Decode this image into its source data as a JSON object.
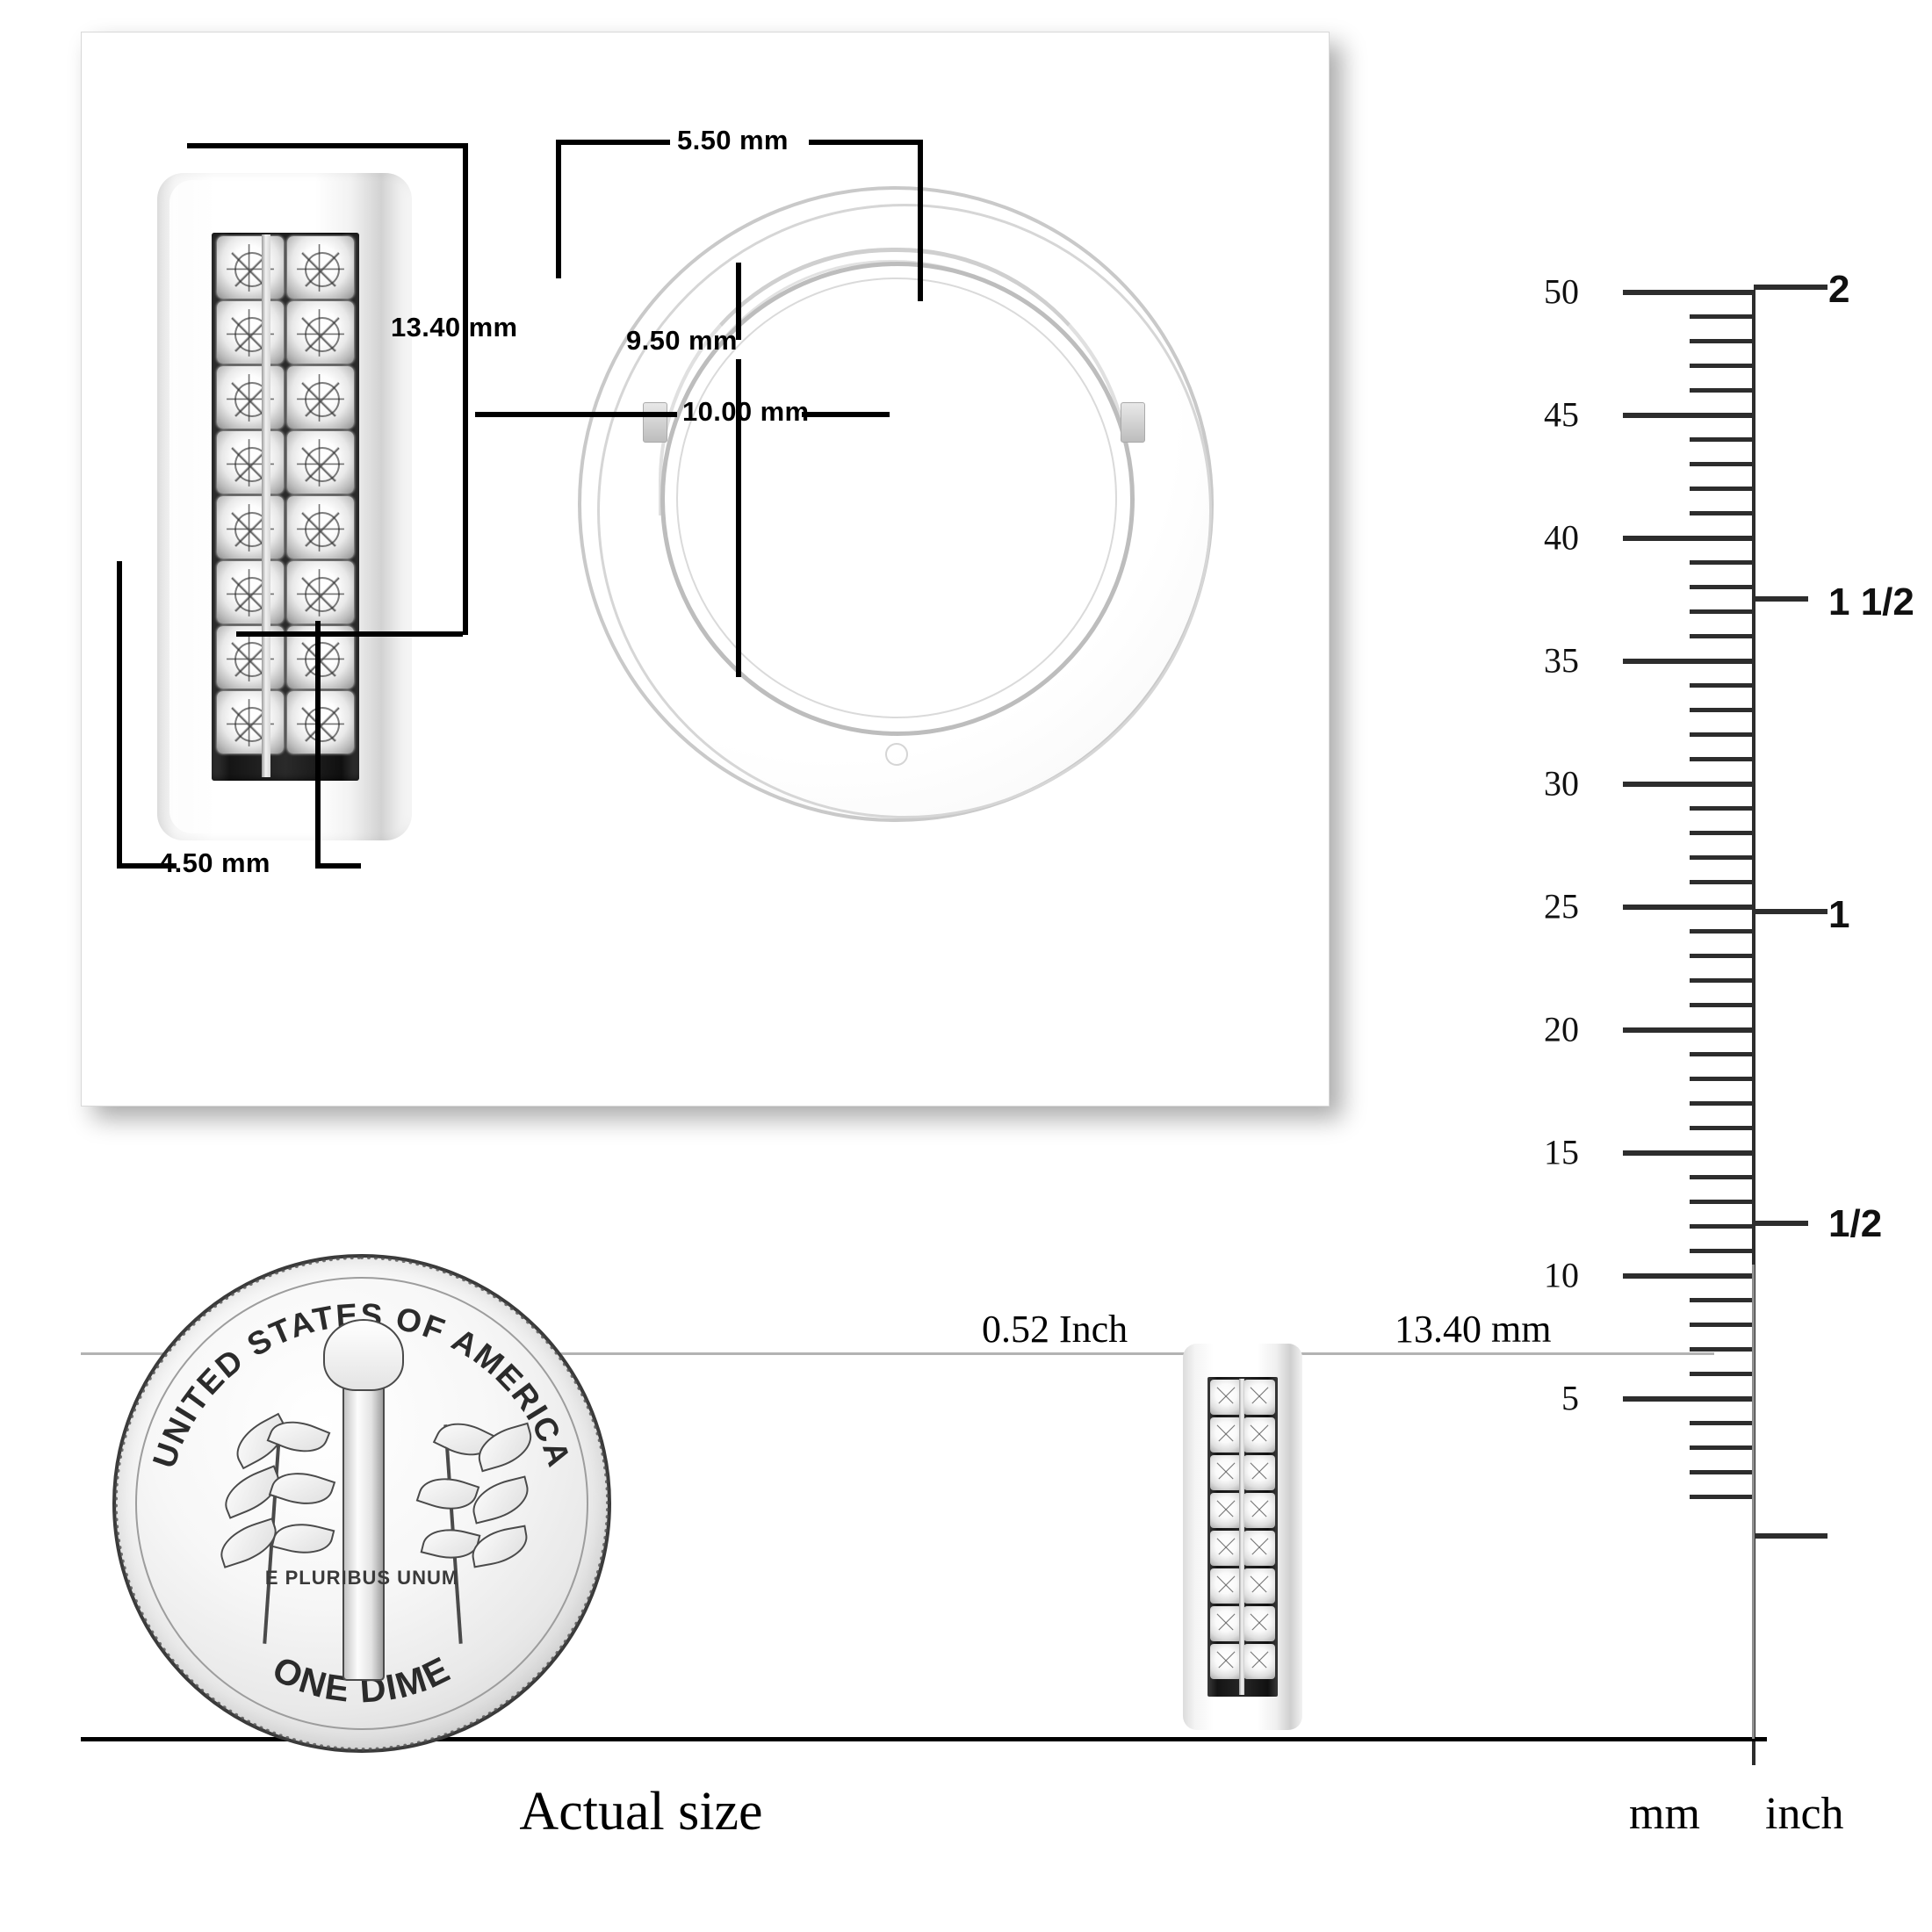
{
  "product": {
    "side_view": {
      "height_label": "13.40 mm",
      "width_label": "4.50 mm"
    },
    "front_view": {
      "top_width_label": "5.50 mm",
      "inner_diameter_label": "9.50 mm",
      "outer_diameter_label": "10.00 mm"
    }
  },
  "ruler": {
    "mm_ticks": [
      50,
      45,
      40,
      35,
      30,
      25,
      20,
      15,
      10,
      5
    ],
    "inch_major": [
      "2",
      "1",
      "1/2"
    ],
    "inch_half": [
      "1 1/2"
    ],
    "unit_left": "mm",
    "unit_right": "inch",
    "divider": "|"
  },
  "actual_size": {
    "caption": "Actual size",
    "inch_note": "0.52 Inch",
    "mm_note": "13.40 mm"
  },
  "coin": {
    "top_legend": "UNITED STATES OF AMERICA",
    "motto": "E PLURIBUS UNUM",
    "bottom_legend": "ONE DIME"
  },
  "colors": {
    "line": "#000000",
    "ruler_line": "#2d2d2d",
    "guide": "#b3b3b3",
    "metal_light": "#ffffff",
    "metal_dark": "#bdbdbd"
  }
}
